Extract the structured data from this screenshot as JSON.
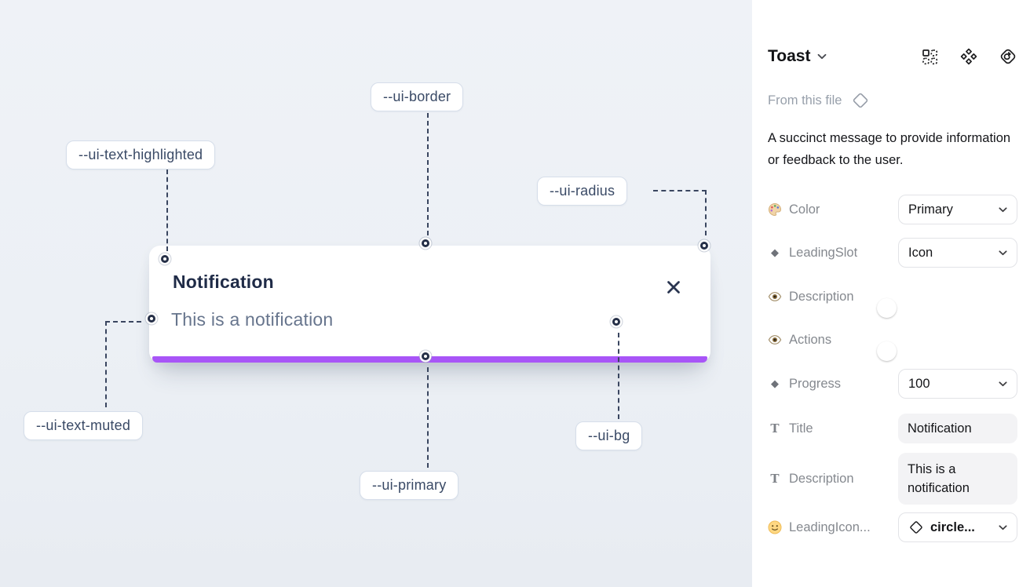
{
  "canvas": {
    "toast": {
      "title": "Notification",
      "description": "This is a notification",
      "close_icon": "close-icon",
      "progress_percent": 100
    },
    "labels": [
      {
        "id": "ui-border",
        "text": "--ui-border"
      },
      {
        "id": "ui-text-highlighted",
        "text": "--ui-text-highlighted"
      },
      {
        "id": "ui-radius",
        "text": "--ui-radius"
      },
      {
        "id": "ui-text-muted",
        "text": "--ui-text-muted"
      },
      {
        "id": "ui-primary",
        "text": "--ui-primary"
      },
      {
        "id": "ui-bg",
        "text": "--ui-bg"
      }
    ],
    "colors": {
      "primary_bar": "#a855f7",
      "canvas_bg": "#edf0f5",
      "title_text": "#1f2b47",
      "muted_text": "#67758d"
    }
  },
  "panel": {
    "title": "Toast",
    "header_icons": [
      "instance-grid-icon",
      "component-icon",
      "swap-instance-icon"
    ],
    "source": "From this file",
    "description": "A succinct message to provide information or feedback to the user.",
    "toggle_color": "#24a3fe",
    "props": [
      {
        "label": "Color",
        "icon": "palette-icon",
        "control": "select",
        "value": "Primary"
      },
      {
        "label": "LeadingSlot",
        "icon": "diamond-icon",
        "control": "select",
        "value": "Icon"
      },
      {
        "label": "Description",
        "icon": "eye-icon",
        "control": "toggle",
        "state": "on"
      },
      {
        "label": "Actions",
        "icon": "eye-icon",
        "control": "toggle",
        "state": "on"
      },
      {
        "label": "Progress",
        "icon": "diamond-icon",
        "control": "select",
        "value": "100"
      },
      {
        "label": "Title",
        "icon": "text-icon",
        "control": "text",
        "value": "Notification"
      },
      {
        "label": "Description",
        "icon": "text-icon",
        "control": "text",
        "value": "This is a notification"
      },
      {
        "label": "LeadingIcon...",
        "icon": "smiley-icon",
        "control": "select-with-icon",
        "value": "circle..."
      }
    ]
  }
}
